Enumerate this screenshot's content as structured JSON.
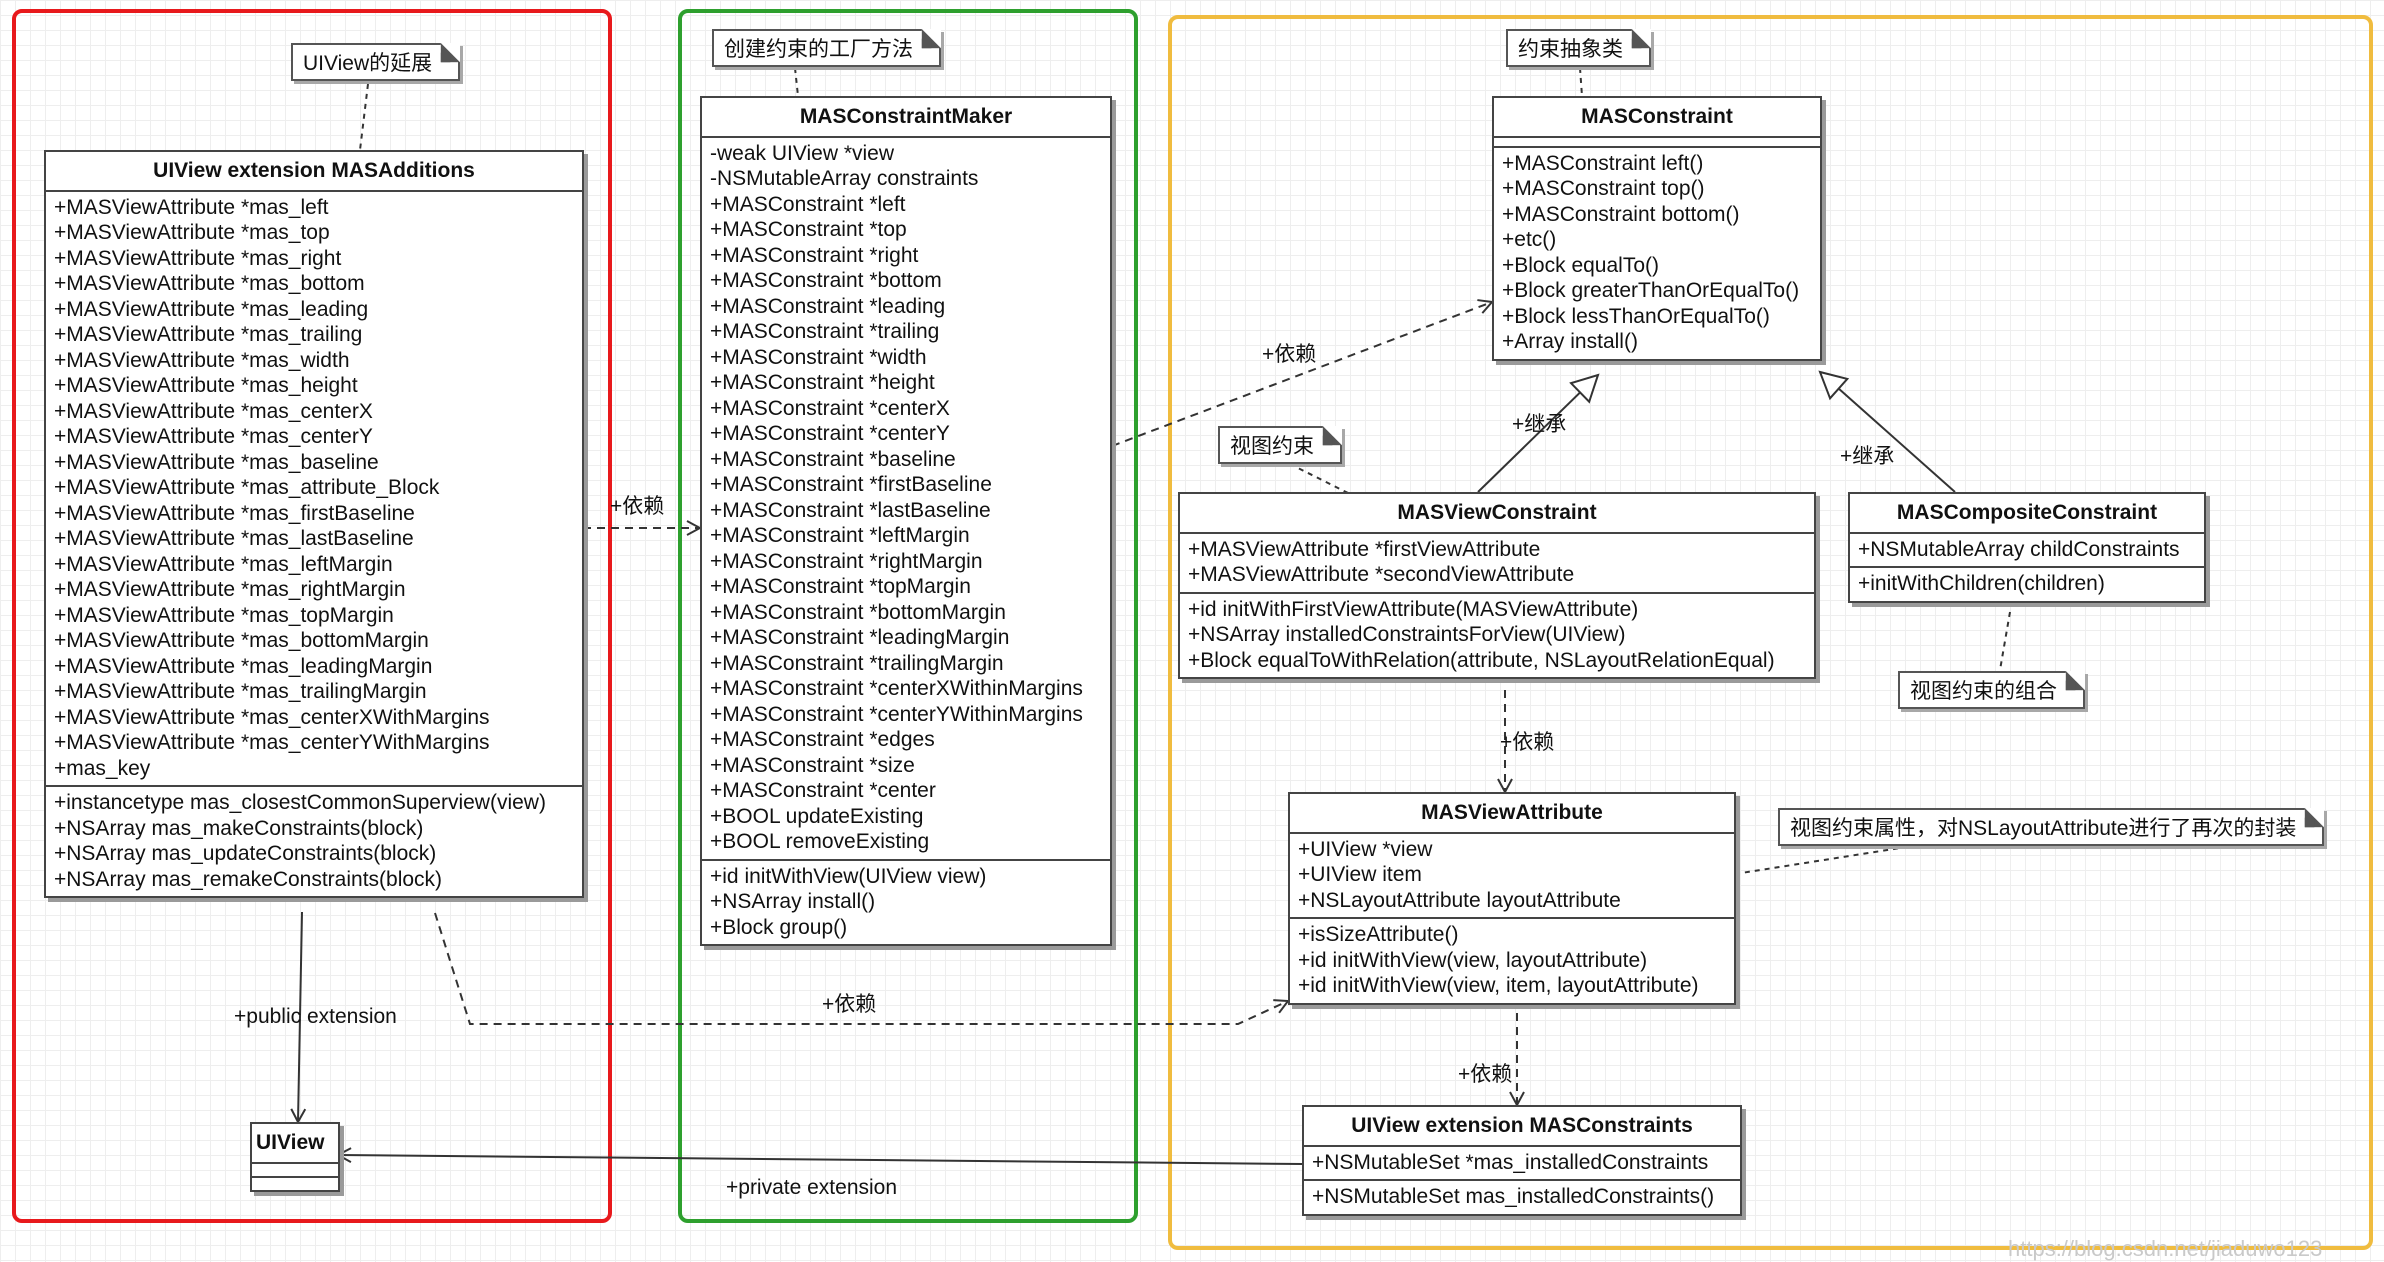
{
  "groups": [
    {
      "name": "red-group",
      "color": "#e8191c"
    },
    {
      "name": "green-group",
      "color": "#2ea02e"
    },
    {
      "name": "yellow-group",
      "color": "#f0bc3f"
    }
  ],
  "notes": {
    "uiview_ext": "UIView的延展",
    "factory": "创建约束的工厂方法",
    "abstract": "约束抽象类",
    "view_constraint": "视图约束",
    "composite": "视图约束的组合",
    "attribute": "视图约束属性，对NSLayoutAttribute进行了再次的封装"
  },
  "classes": {
    "masadditions": {
      "title": "UIView extension MASAdditions",
      "attributes": [
        "+MASViewAttribute *mas_left",
        "+MASViewAttribute *mas_top",
        "+MASViewAttribute *mas_right",
        "+MASViewAttribute *mas_bottom",
        "+MASViewAttribute *mas_leading",
        "+MASViewAttribute *mas_trailing",
        "+MASViewAttribute *mas_width",
        "+MASViewAttribute *mas_height",
        "+MASViewAttribute *mas_centerX",
        "+MASViewAttribute *mas_centerY",
        "+MASViewAttribute *mas_baseline",
        "+MASViewAttribute *mas_attribute_Block",
        "+MASViewAttribute *mas_firstBaseline",
        "+MASViewAttribute *mas_lastBaseline",
        "+MASViewAttribute *mas_leftMargin",
        "+MASViewAttribute *mas_rightMargin",
        "+MASViewAttribute *mas_topMargin",
        "+MASViewAttribute *mas_bottomMargin",
        "+MASViewAttribute *mas_leadingMargin",
        "+MASViewAttribute *mas_trailingMargin",
        "+MASViewAttribute *mas_centerXWithMargins",
        "+MASViewAttribute *mas_centerYWithMargins",
        "+mas_key"
      ],
      "operations": [
        "+instancetype mas_closestCommonSuperview(view)",
        "+NSArray mas_makeConstraints(block)",
        "+NSArray mas_updateConstraints(block)",
        "+NSArray mas_remakeConstraints(block)"
      ]
    },
    "maker": {
      "title": "MASConstraintMaker",
      "attributes": [
        "-weak UIView *view",
        "-NSMutableArray constraints",
        "+MASConstraint *left",
        "+MASConstraint *top",
        "+MASConstraint *right",
        "+MASConstraint *bottom",
        "+MASConstraint *leading",
        "+MASConstraint *trailing",
        "+MASConstraint *width",
        "+MASConstraint *height",
        "+MASConstraint *centerX",
        "+MASConstraint *centerY",
        "+MASConstraint *baseline",
        "+MASConstraint *firstBaseline",
        "+MASConstraint *lastBaseline",
        "+MASConstraint *leftMargin",
        "+MASConstraint *rightMargin",
        "+MASConstraint *topMargin",
        "+MASConstraint *bottomMargin",
        "+MASConstraint *leadingMargin",
        "+MASConstraint *trailingMargin",
        "+MASConstraint *centerXWithinMargins",
        "+MASConstraint *centerYWithinMargins",
        "+MASConstraint *edges",
        "+MASConstraint *size",
        "+MASConstraint *center",
        "+BOOL updateExisting",
        "+BOOL removeExisting"
      ],
      "operations": [
        "+id initWithView(UIView view)",
        "+NSArray install()",
        "+Block group()"
      ]
    },
    "masconstraint": {
      "title": "MASConstraint",
      "attributes": [],
      "operations": [
        "+MASConstraint left()",
        "+MASConstraint top()",
        "+MASConstraint bottom()",
        "+etc()",
        "+Block equalTo()",
        "+Block greaterThanOrEqualTo()",
        "+Block lessThanOrEqualTo()",
        "+Array install()"
      ]
    },
    "viewconstraint": {
      "title": "MASViewConstraint",
      "attributes": [
        "+MASViewAttribute *firstViewAttribute",
        "+MASViewAttribute *secondViewAttribute"
      ],
      "operations": [
        "+id initWithFirstViewAttribute(MASViewAttribute)",
        "+NSArray installedConstraintsForView(UIView)",
        "+Block equalToWithRelation(attribute, NSLayoutRelationEqual)"
      ]
    },
    "composite": {
      "title": "MASCompositeConstraint",
      "attributes": [
        "+NSMutableArray childConstraints"
      ],
      "operations": [
        "+initWithChildren(children)"
      ]
    },
    "viewattribute": {
      "title": "MASViewAttribute",
      "attributes": [
        "+UIView *view",
        "+UIView item",
        "+NSLayoutAttribute layoutAttribute"
      ],
      "operations": [
        "+isSizeAttribute()",
        "+id initWithView(view, layoutAttribute)",
        "+id initWithView(view, item, layoutAttribute)"
      ]
    },
    "masconstraints": {
      "title": "UIView extension MASConstraints",
      "attributes": [
        "+NSMutableSet *mas_installedConstraints"
      ],
      "operations": [
        "+NSMutableSet mas_installedConstraints()"
      ]
    },
    "uiview": {
      "title": "UIView",
      "attributes": [],
      "operations": []
    }
  },
  "edges": {
    "dep_maker": "+依赖",
    "dep_constraint": "+依赖",
    "dep_attribute_bottom": "+依赖",
    "dep_attribute_right": "+依赖",
    "dep_constraints": "+依赖",
    "inherit_view": "+继承",
    "inherit_composite": "+继承",
    "public_ext": "+public extension",
    "private_ext": "+private extension"
  },
  "watermark": "https://blog.csdn.net/jiaduwo123"
}
